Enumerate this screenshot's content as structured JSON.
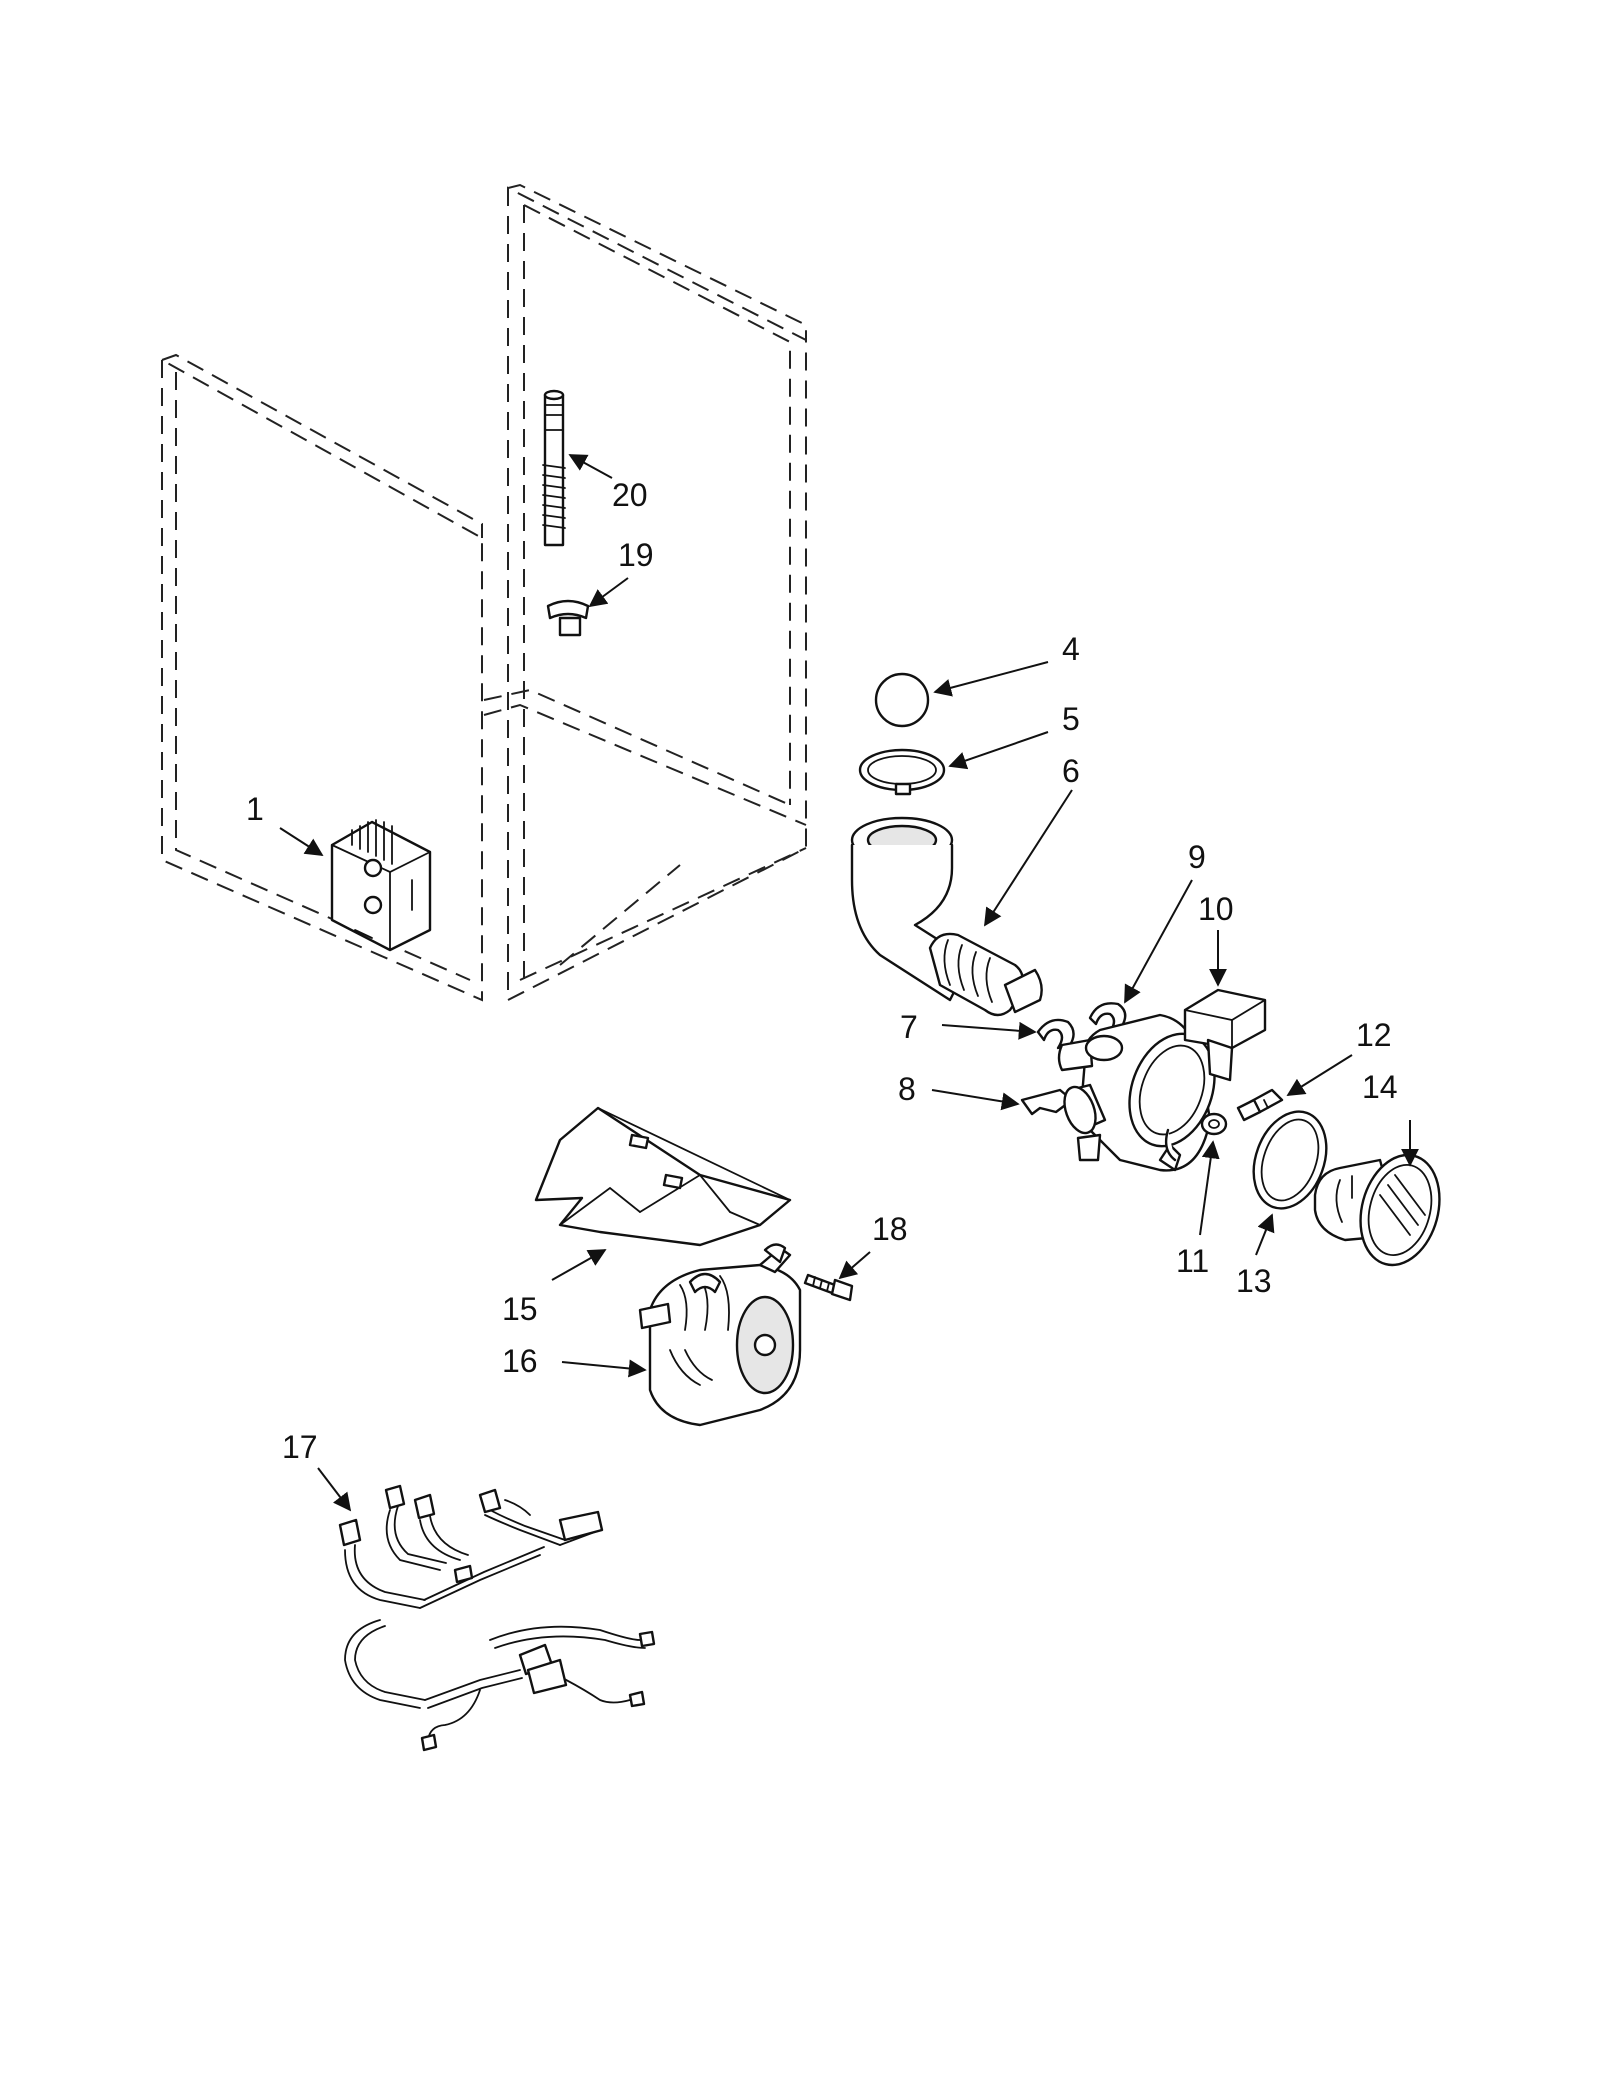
{
  "callouts": {
    "c1": "1",
    "c4": "4",
    "c5": "5",
    "c6": "6",
    "c7": "7",
    "c8": "8",
    "c9": "9",
    "c10": "10",
    "c11": "11",
    "c12": "12",
    "c13": "13",
    "c14": "14",
    "c15": "15",
    "c16": "16",
    "c17": "17",
    "c18": "18",
    "c19": "19",
    "c20": "20"
  },
  "colors": {
    "line": "#111111",
    "background": "#ffffff"
  }
}
